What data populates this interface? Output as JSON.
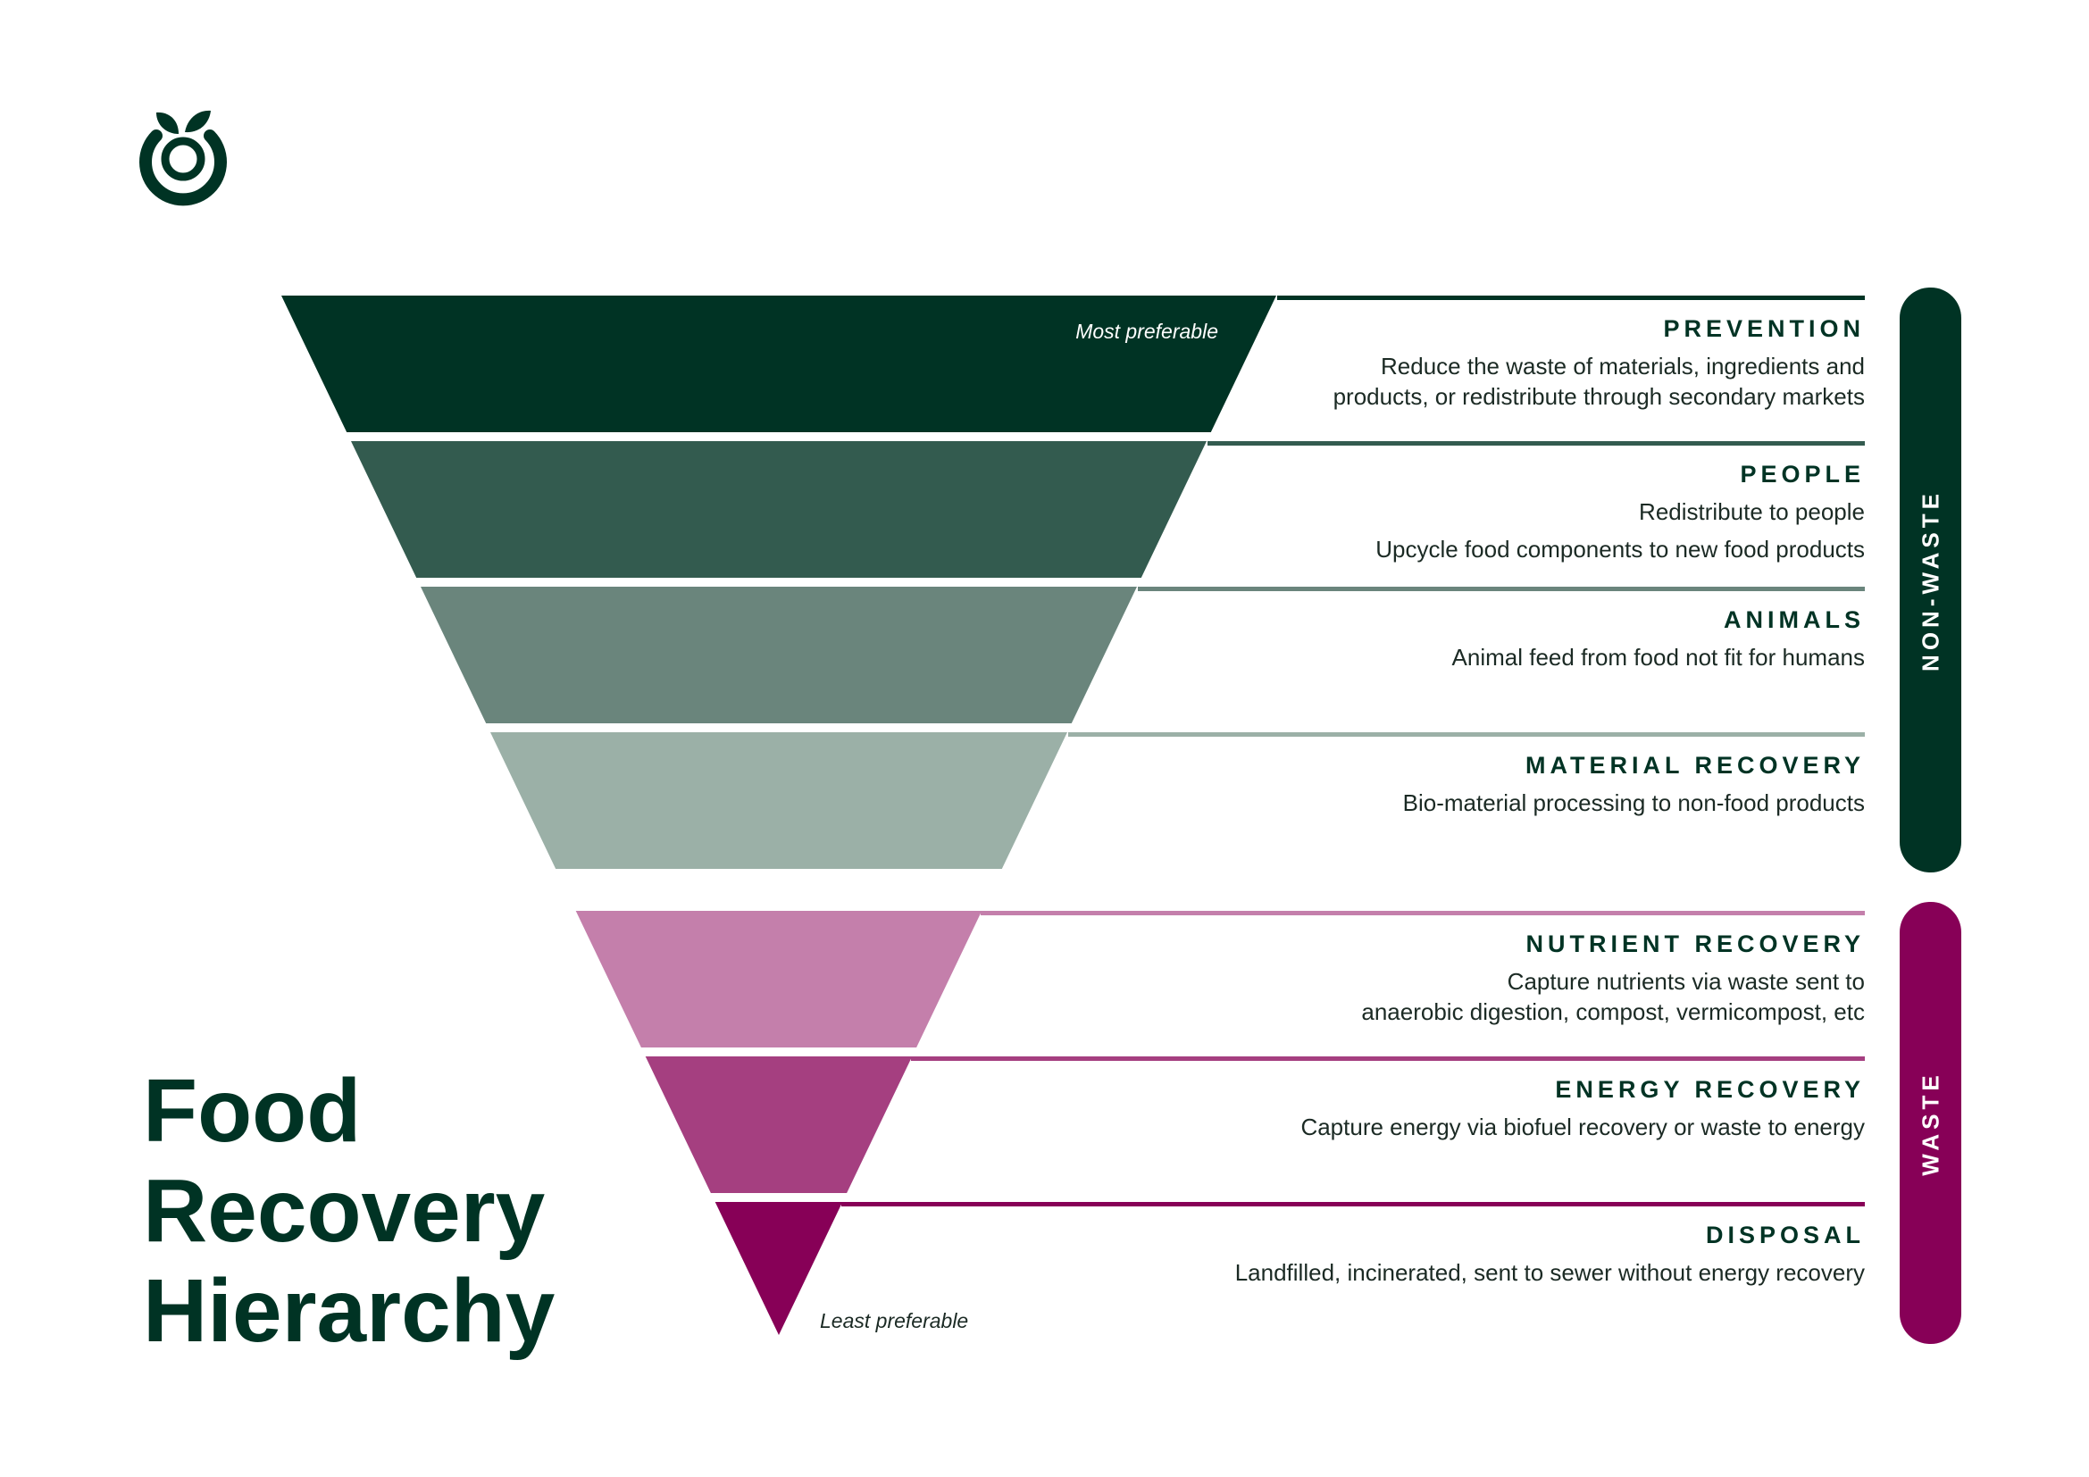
{
  "title_lines": [
    "Food",
    "Recovery",
    "Hierarchy"
  ],
  "most_preferable": "Most preferable",
  "least_preferable": "Least preferable",
  "groups": [
    {
      "label": "NON-WASTE",
      "color": "#003324"
    },
    {
      "label": "WASTE",
      "color": "#870057"
    }
  ],
  "tiers": [
    {
      "title": "PREVENTION",
      "color": "#003324",
      "description": [
        "Reduce the waste of materials, ingredients and",
        "products, or redistribute through secondary markets"
      ]
    },
    {
      "title": "PEOPLE",
      "color": "#335b4f",
      "description": [
        "Redistribute to people",
        "Upcycle food components to new food products"
      ]
    },
    {
      "title": "ANIMALS",
      "color": "#6a857c",
      "description": [
        "Animal feed from food not fit for humans"
      ]
    },
    {
      "title": "MATERIAL RECOVERY",
      "color": "#9bb0a7",
      "description": [
        "Bio-material processing to non-food products"
      ]
    },
    {
      "title": "NUTRIENT RECOVERY",
      "color": "#c47fab",
      "description": [
        "Capture nutrients via waste sent to",
        "anaerobic digestion, compost, vermicompost, etc"
      ]
    },
    {
      "title": "ENERGY RECOVERY",
      "color": "#a53f80",
      "description": [
        "Capture energy via biofuel recovery or waste to energy"
      ]
    },
    {
      "title": "DISPOSAL",
      "color": "#870057",
      "description": [
        "Landfilled, incinerated, sent to sewer without energy recovery"
      ]
    }
  ]
}
